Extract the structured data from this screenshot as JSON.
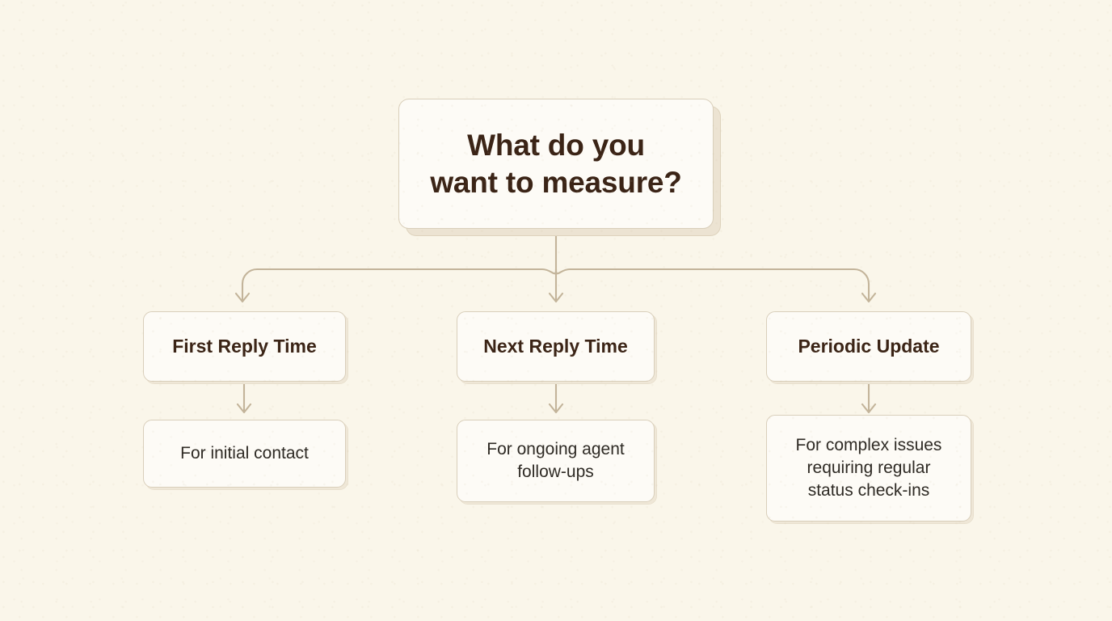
{
  "theme": {
    "background": "#faf6ea",
    "node_fill": "#fdfbf6",
    "node_border": "#d9cfbb",
    "connector": "#c3b49a",
    "heading_text": "#3b2416",
    "body_text": "#2e2a24",
    "shadow": "#e2d8c4"
  },
  "diagram": {
    "type": "flowchart",
    "orientation": "top-down",
    "root": {
      "id": "root",
      "label": "What do you\nwant to measure?"
    },
    "branches": [
      {
        "id": "first-reply-time",
        "label": "First Reply Time",
        "detail": "For initial contact"
      },
      {
        "id": "next-reply-time",
        "label": "Next Reply Time",
        "detail": "For ongoing agent\nfollow-ups"
      },
      {
        "id": "periodic-update",
        "label": "Periodic Update",
        "detail": "For complex issues\nrequiring regular\nstatus check-ins"
      }
    ]
  }
}
